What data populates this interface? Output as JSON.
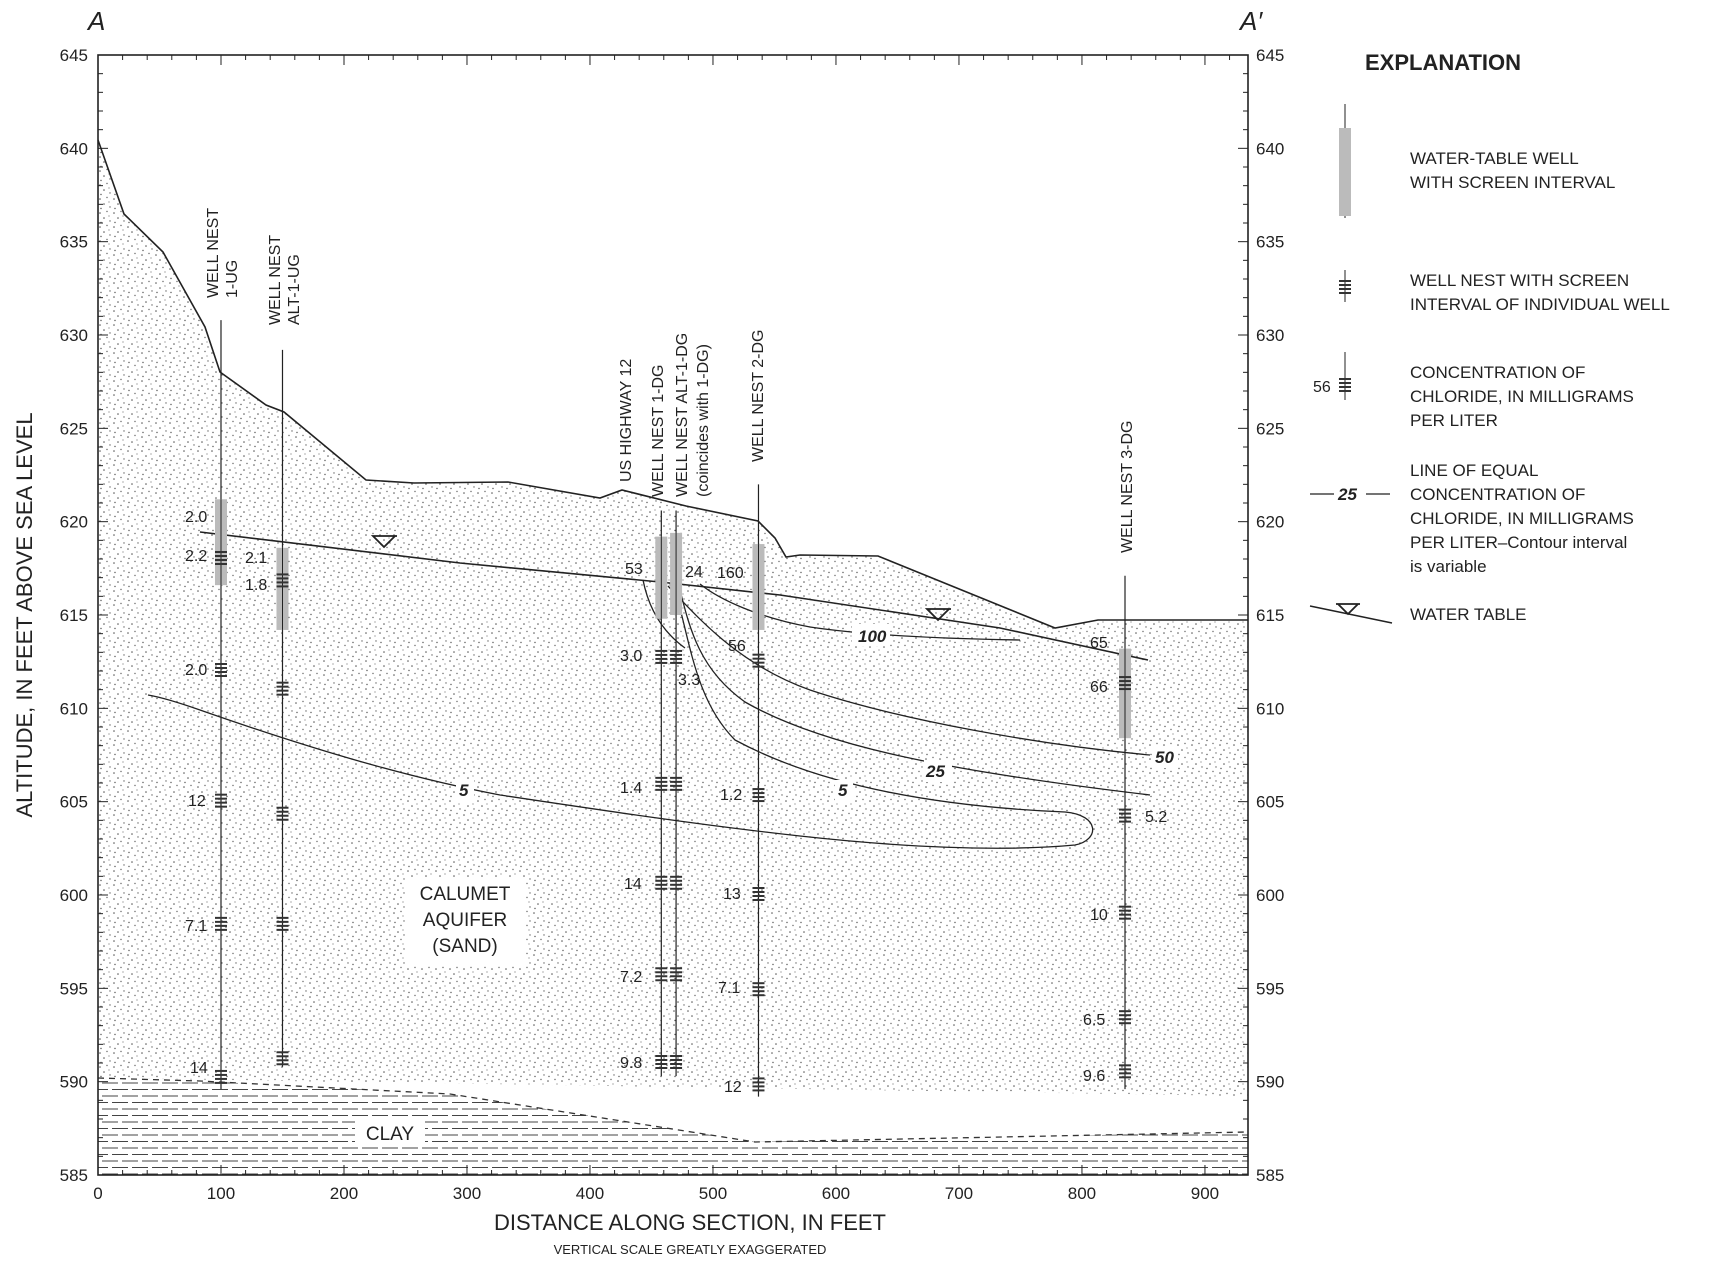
{
  "section": {
    "left": "A",
    "right": "A′"
  },
  "axes": {
    "y_title": "ALTITUDE, IN FEET ABOVE SEA LEVEL",
    "x_title": "DISTANCE ALONG SECTION, IN FEET",
    "x_note": "VERTICAL SCALE GREATLY EXAGGERATED",
    "y_ticks": [
      645,
      640,
      635,
      630,
      625,
      620,
      615,
      610,
      605,
      600,
      595,
      590,
      585
    ],
    "x_ticks": [
      0,
      100,
      200,
      300,
      400,
      500,
      600,
      700,
      800,
      900
    ],
    "xlim": [
      0,
      935
    ],
    "ylim": [
      585,
      645
    ]
  },
  "labels": {
    "aquifer": [
      "CALUMET",
      "AQUIFER",
      "(SAND)"
    ],
    "clay": "CLAY",
    "highway": "US HIGHWAY 12",
    "wells": {
      "nest1ug": [
        "WELL NEST",
        "1-UG"
      ],
      "alt1ug": [
        "WELL NEST",
        "ALT-1-UG"
      ],
      "nest1dg": "WELL NEST 1-DG",
      "alt1dg": [
        "WELL NEST ALT-1-DG",
        "(coincides with 1-DG)"
      ],
      "nest2dg": "WELL NEST 2-DG",
      "nest3dg": "WELL NEST 3-DG"
    }
  },
  "concentrations": {
    "nest1ug": [
      "2.0",
      "2.2",
      "2.0",
      "12",
      "7.1",
      "14"
    ],
    "alt1ug": [
      "2.1",
      "1.8"
    ],
    "nest1dg": [
      "53",
      "3.0",
      "1.4",
      "14",
      "7.2",
      "9.8"
    ],
    "alt1dg": [
      "24",
      "3.3"
    ],
    "nest2dg": [
      "160",
      "56",
      "1.2",
      "13",
      "7.1",
      "12"
    ],
    "nest3dg": [
      "65",
      "66",
      "5.2",
      "10",
      "6.5",
      "9.6"
    ]
  },
  "contours": [
    "100",
    "50",
    "25",
    "5",
    "5"
  ],
  "legend": {
    "title": "EXPLANATION",
    "water_table_well": [
      "WATER-TABLE WELL",
      "WITH SCREEN INTERVAL"
    ],
    "well_nest": [
      "WELL NEST WITH SCREEN",
      "INTERVAL OF INDIVIDUAL WELL"
    ],
    "concentration_sample": "56",
    "concentration": [
      "CONCENTRATION OF",
      "CHLORIDE, IN MILLIGRAMS",
      "PER LITER"
    ],
    "contour_sample": "25",
    "contour": [
      "LINE OF EQUAL",
      "CONCENTRATION OF",
      "CHLORIDE, IN MILLIGRAMS",
      "PER LITER–Contour interval",
      "is variable"
    ],
    "water_table": "WATER TABLE"
  }
}
